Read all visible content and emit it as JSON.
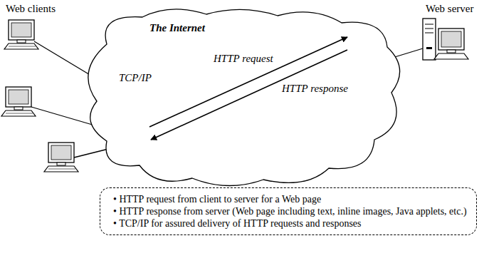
{
  "diagram": {
    "nodes": [
      {
        "text": [
          "The Internet",
          "TCP/IP"
        ]
      },
      {
        "text": [
          "• HTTP request from client to server for a Web page",
          "• HTTP response from server (Web page including text, inline images, Java applets, etc.)",
          "• TCP/IP for assured delivery of HTTP requests and responses"
        ]
      }
    ],
    "labels": [
      "Web clients",
      "Web server",
      "HTTP request",
      "HTTP response"
    ]
  }
}
